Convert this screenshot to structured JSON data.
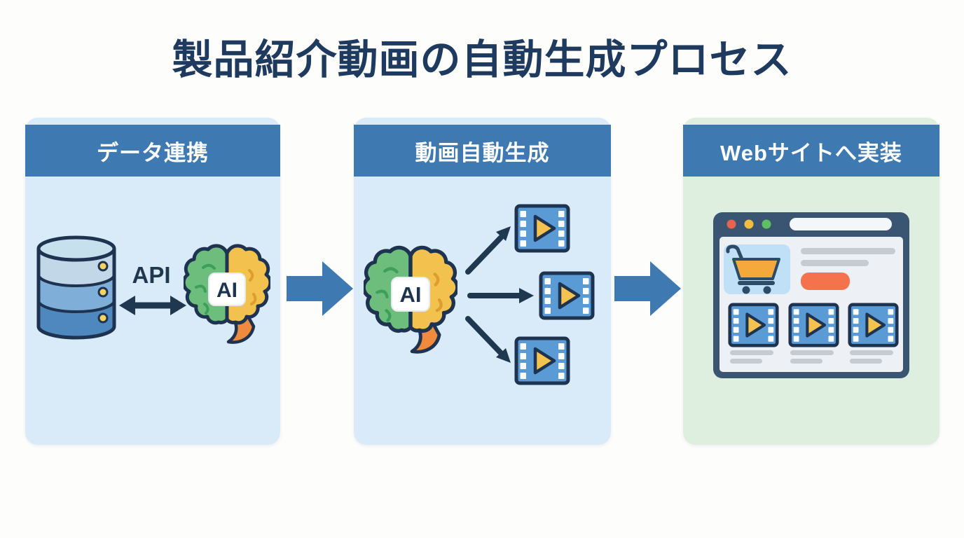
{
  "title": "製品紹介動画の自動生成プロセス",
  "panels": [
    {
      "id": "data-integration",
      "label": "データ連携"
    },
    {
      "id": "video-generation",
      "label": "動画自動生成"
    },
    {
      "id": "website-deploy",
      "label": "Webサイトへ実装"
    }
  ],
  "labels": {
    "api": "API",
    "ai": "AI"
  },
  "icons": [
    "database-icon",
    "api-sync-arrow-icon",
    "ai-brain-icon",
    "film-video-icon",
    "flow-arrow-icon",
    "browser-window-icon",
    "shopping-cart-icon",
    "window-dot-icons",
    "address-bar",
    "cta-button",
    "text-placeholder-bars"
  ],
  "colors": {
    "page_background": "#fdfdfc",
    "title_text": "#1e3a5e",
    "panel_blue_background": "#d9eaf8",
    "panel_green_background": "#dfefdf",
    "header_background": "#3e79b2",
    "header_text": "#ffffff",
    "outline_navy": "#1e3350",
    "arrow_navy": "#1f3850",
    "flow_arrow_blue": "#3e79b2",
    "database_top": "#c7e0ed",
    "database_band_light": "#c2d8e9",
    "database_band_mid": "#7faed8",
    "database_band_dark": "#4e88be",
    "database_dot_yellow": "#f4d35e",
    "brain_green": "#6dbe7d",
    "brain_green_detail": "#3e9f5c",
    "brain_yellow": "#f2c14e",
    "brain_yellow_detail": "#dd9d2f",
    "brain_stem_orange": "#f08a3c",
    "film_fill_blue": "#5b9bd5",
    "play_yellow": "#f4c24f",
    "browser_frame": "#3a5572",
    "browser_content": "#edf0f4",
    "dot_red": "#e8634f",
    "dot_yellow": "#f0be3d",
    "dot_green": "#5fbf63",
    "address_pill": "#f4f7f9",
    "cart_tile_blue": "#bfe0f6",
    "cart_orange": "#f5a93b",
    "cart_navy": "#2b4b68",
    "placeholder_gray": "#c6cbd1",
    "button_orange": "#f4734d"
  }
}
